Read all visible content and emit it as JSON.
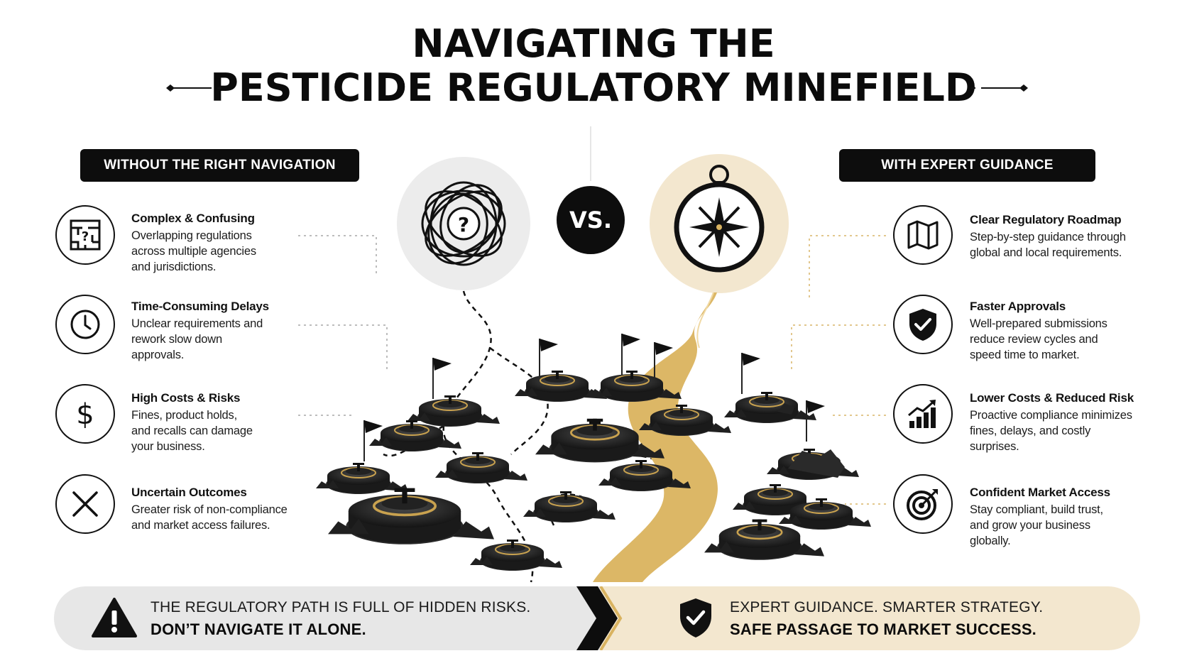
{
  "title": {
    "line1": "NAVIGATING THE",
    "line2": "PESTICIDE REGULATORY MINEFIELD"
  },
  "left": {
    "header": "WITHOUT THE RIGHT NAVIGATION",
    "items": [
      {
        "icon": "maze-question-icon",
        "title": "Complex & Confusing",
        "desc": [
          "Overlapping regulations",
          "across multiple agencies",
          "and jurisdictions."
        ]
      },
      {
        "icon": "clock-icon",
        "title": "Time-Consuming Delays",
        "desc": [
          "Unclear requirements and",
          "rework slow down",
          "approvals."
        ]
      },
      {
        "icon": "dollar-icon",
        "title": "High Costs & Risks",
        "desc": [
          "Fines, product holds,",
          "and recalls can damage",
          "your business."
        ]
      },
      {
        "icon": "x-icon",
        "title": "Uncertain Outcomes",
        "desc": [
          "Greater risk of non-compliance",
          "and market access failures."
        ]
      }
    ]
  },
  "right": {
    "header": "WITH EXPERT GUIDANCE",
    "items": [
      {
        "icon": "map-icon",
        "title": "Clear Regulatory Roadmap",
        "desc": [
          "Step-by-step guidance through",
          "global and local requirements."
        ]
      },
      {
        "icon": "shield-check-icon",
        "title": "Faster Approvals",
        "desc": [
          "Well-prepared submissions",
          "reduce review cycles and",
          "speed time to market."
        ]
      },
      {
        "icon": "growth-chart-icon",
        "title": "Lower Costs & Reduced Risk",
        "desc": [
          "Proactive compliance minimizes",
          "fines, delays, and costly",
          "surprises."
        ]
      },
      {
        "icon": "target-icon",
        "title": "Confident Market Access",
        "desc": [
          "Stay compliant, build trust,",
          "and grow your business",
          "globally."
        ]
      }
    ]
  },
  "vs": "VS.",
  "banner": {
    "left_line1": "THE REGULATORY PATH IS FULL OF HIDDEN RISKS.",
    "left_line2": "DON’T NAVIGATE IT ALONE.",
    "right_line1": "EXPERT GUIDANCE. SMARTER STRATEGY.",
    "right_line2": "SAFE PASSAGE TO MARKET SUCCESS."
  },
  "colors": {
    "ink": "#0d0d0d",
    "gold": "#d9b360",
    "gold_light": "#f3e7cf",
    "grey_light": "#e7e7e7"
  }
}
